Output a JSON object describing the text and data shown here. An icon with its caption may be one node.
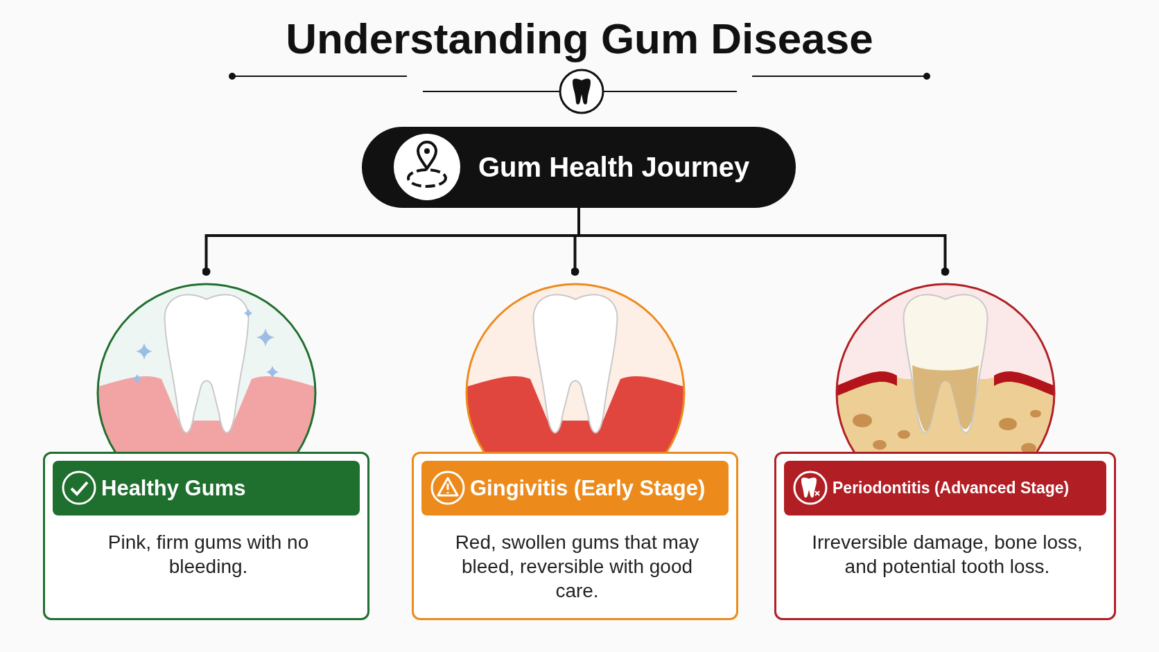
{
  "diagram": {
    "title": "Understanding Gum Disease",
    "nodes": [
      {
        "text": [
          "Gum Health Journey"
        ]
      },
      {
        "text": [
          "Healthy Gums",
          "Pink, firm gums with no bleeding."
        ]
      },
      {
        "text": [
          "Gingivitis (Early Stage)",
          "Red, swollen gums that may bleed, reversible with good care."
        ]
      },
      {
        "text": [
          "Periodontitis (Advanced Stage)",
          "Irreversible damage, bone loss, and potential tooth loss."
        ]
      }
    ],
    "edges": [
      {
        "from": 0,
        "to": 1,
        "arrow": "other"
      },
      {
        "from": 0,
        "to": 2,
        "arrow": "other"
      },
      {
        "from": 0,
        "to": 3,
        "arrow": "other"
      }
    ]
  }
}
